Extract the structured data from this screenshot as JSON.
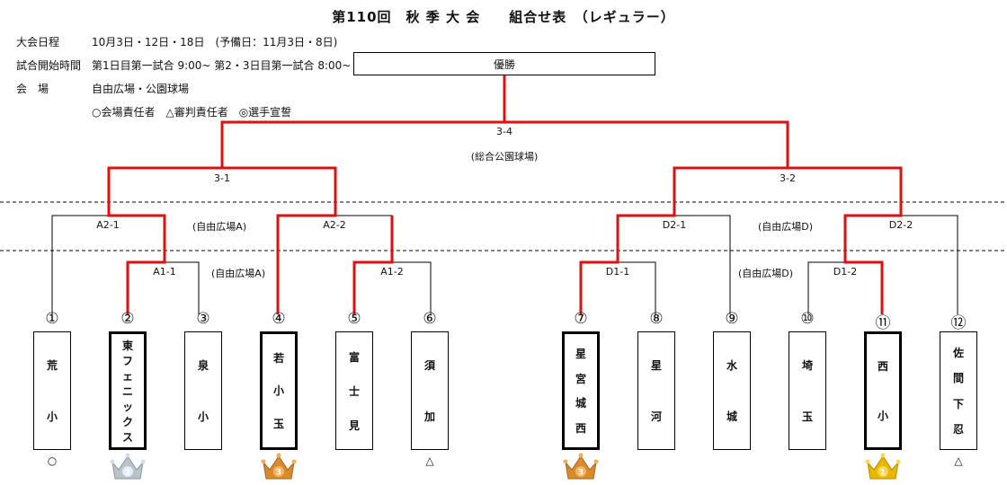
{
  "title": "第110回　秋 季 大 会　　組合せ表　（レギュラー）",
  "info": [
    {
      "key": "大会日程",
      "value": "10月3日・12日・18日　(予備日：11月3日・8日)"
    },
    {
      "key": "試合開始時間",
      "value": "第1日目第一試合 9:00~ 第2・3日目第一試合 8:00~"
    },
    {
      "key": "会　場",
      "value": "自由広場・公園球場"
    },
    {
      "key": "",
      "value": "○会場責任者　△審判責任者　◎選手宣誓"
    }
  ],
  "winner_label": "優勝",
  "final": {
    "code": "3-4",
    "venue": "(総合公園球場)"
  },
  "semis": [
    {
      "code": "3-1"
    },
    {
      "code": "3-2"
    }
  ],
  "rounds": [
    {
      "code": "A2-1",
      "venue": "(自由広場A)"
    },
    {
      "code": "A2-2"
    },
    {
      "code": "D2-1",
      "venue": "(自由広場D)"
    },
    {
      "code": "D2-2"
    },
    {
      "code": "A1-1",
      "venue": "(自由広場A)"
    },
    {
      "code": "A1-2"
    },
    {
      "code": "D1-1",
      "venue": "(自由広場D)"
    },
    {
      "code": "D1-2"
    }
  ],
  "teams": [
    {
      "num": "①",
      "chars": [
        "荒",
        "小"
      ],
      "mark": "○"
    },
    {
      "num": "②",
      "chars": [
        "東",
        "フ",
        "ェ",
        "ニ",
        "ッ",
        "ク",
        "ス"
      ],
      "award": "2"
    },
    {
      "num": "③",
      "chars": [
        "泉",
        "小"
      ]
    },
    {
      "num": "④",
      "chars": [
        "若",
        "小",
        "玉"
      ],
      "award": "3"
    },
    {
      "num": "⑤",
      "chars": [
        "富",
        "士",
        "見"
      ]
    },
    {
      "num": "⑥",
      "chars": [
        "須",
        "加"
      ],
      "mark": "△"
    },
    {
      "num": "⑦",
      "chars": [
        "星",
        "宮",
        "城",
        "西"
      ],
      "award": "3"
    },
    {
      "num": "⑧",
      "chars": [
        "星",
        "河"
      ]
    },
    {
      "num": "⑨",
      "chars": [
        "水",
        "城"
      ]
    },
    {
      "num": "⑩",
      "chars": [
        "埼",
        "玉"
      ]
    },
    {
      "num": "⑪",
      "chars": [
        "西",
        "小"
      ],
      "award": "1"
    },
    {
      "num": "⑫",
      "chars": [
        "佐",
        "間",
        "下",
        "忍"
      ],
      "mark": "△"
    }
  ],
  "colors": {
    "advance": "#e01010",
    "line": "#000000",
    "gold": "#e8b800",
    "silver": "#b9c3cc",
    "bronze": "#d98a2c"
  }
}
